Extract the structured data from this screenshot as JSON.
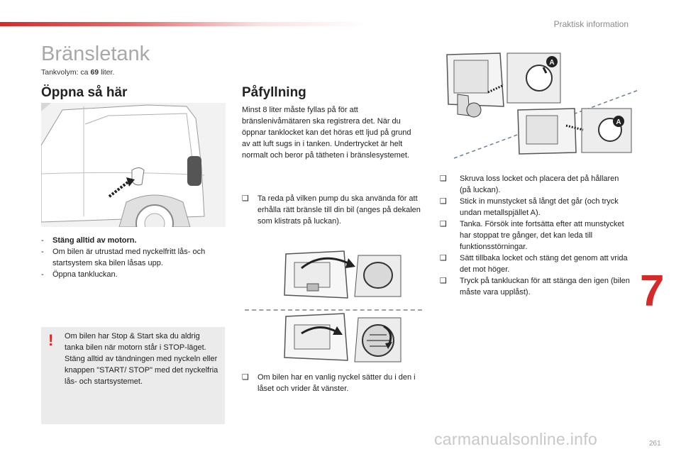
{
  "header": {
    "section": "Praktisk information"
  },
  "title": "Bränsletank",
  "tank_volume": {
    "label": "Tankvolym: ca",
    "value": "69",
    "unit": "liter."
  },
  "open": {
    "heading": "Öppna så här",
    "steps": [
      {
        "marker": "-",
        "text": "Stäng alltid av motorn.",
        "bold": true
      },
      {
        "marker": "-",
        "text": "Om bilen är utrustad med nyckelfritt lås- och startsystem ska bilen låsas upp."
      },
      {
        "marker": "-",
        "text": "Öppna tankluckan."
      }
    ]
  },
  "warning": {
    "icon": "!",
    "text": "Om bilen har Stop & Start ska du aldrig tanka bilen när motorn står i STOP-läget. Stäng alltid av tändningen med nyckeln eller knappen \"START/ STOP\" med det nyckelfria lås- och startsystemet."
  },
  "refuel": {
    "heading": "Påfyllning",
    "intro": "Minst 8 liter måste fyllas på för att bränslenivåmätaren ska registrera det. När du öppnar tanklocket kan det höras ett ljud på grund av att luft sugs in i tanken. Undertrycket är helt normalt och beror på tätheten i bränslesystemet.",
    "step1": {
      "marker": "❑",
      "text": "Ta reda på vilken pump du ska använda för att erhålla rätt bränsle till din bil (anges på dekalen som klistrats på luckan)."
    },
    "step2": {
      "marker": "❑",
      "text": "Om bilen har en vanlig nyckel sätter du i den i låset och vrider åt vänster."
    },
    "right_steps": [
      {
        "marker": "❑",
        "text": "Skruva loss locket och placera det på hållaren (på luckan)."
      },
      {
        "marker": "❑",
        "text": "Stick in munstycket så långt det går (och tryck undan metallspjället A)."
      },
      {
        "marker": "❑",
        "text": "Tanka. Försök inte fortsätta efter att munstycket har stoppat tre gånger, det kan leda till funktionsstörningar."
      },
      {
        "marker": "❑",
        "text": "Sätt tillbaka locket och stäng det genom att vrida det mot höger."
      },
      {
        "marker": "❑",
        "text": "Tryck på tankluckan för att stänga den igen (bilen måste vara upplåst)."
      }
    ]
  },
  "figure_labels": {
    "a1": "A",
    "a2": "A"
  },
  "chapter_number": "7",
  "page_number": "261",
  "watermark": "carmanualsonline.info",
  "colors": {
    "accent": "#d62a2a",
    "title_grey": "#a8a8a8",
    "panel": "#ebebeb"
  }
}
